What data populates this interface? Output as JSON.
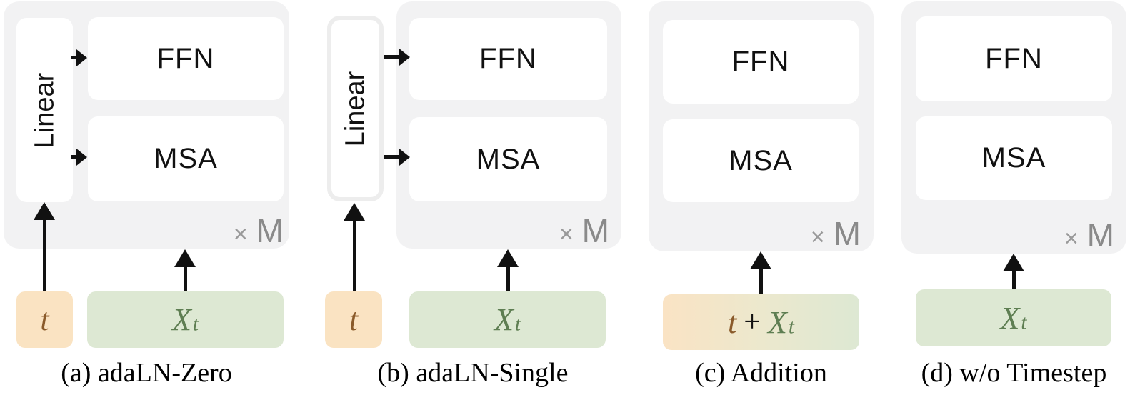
{
  "figure": {
    "panels": [
      {
        "caption": "(a) adaLN-Zero",
        "linear": "Linear",
        "ffn": "FFN",
        "msa": "MSA",
        "times": "×",
        "repeat": "M",
        "timestep": "t",
        "latent_main": "X",
        "latent_sub": "t"
      },
      {
        "caption": "(b) adaLN-Single",
        "linear": "Linear",
        "ffn": "FFN",
        "msa": "MSA",
        "times": "×",
        "repeat": "M",
        "timestep": "t",
        "latent_main": "X",
        "latent_sub": "t"
      },
      {
        "caption": "(c) Addition",
        "ffn": "FFN",
        "msa": "MSA",
        "times": "×",
        "repeat": "M",
        "timestep": "t",
        "plus": "+",
        "latent_main": "X",
        "latent_sub": "t"
      },
      {
        "caption": "(d) w/o Timestep",
        "ffn": "FFN",
        "msa": "MSA",
        "times": "×",
        "repeat": "M",
        "latent_main": "X",
        "latent_sub": "t"
      }
    ],
    "colors": {
      "container_bg": "#f2f2f3",
      "block_bg": "#ffffff",
      "linear_border": "#ededed",
      "timestep_bg": "#fae3c2",
      "latent_bg": "#dde8d3",
      "timestep_text": "#8a5a2a",
      "latent_text": "#5e7e52",
      "repeat_text": "#8a8a8a",
      "arrow": "#111111"
    }
  }
}
